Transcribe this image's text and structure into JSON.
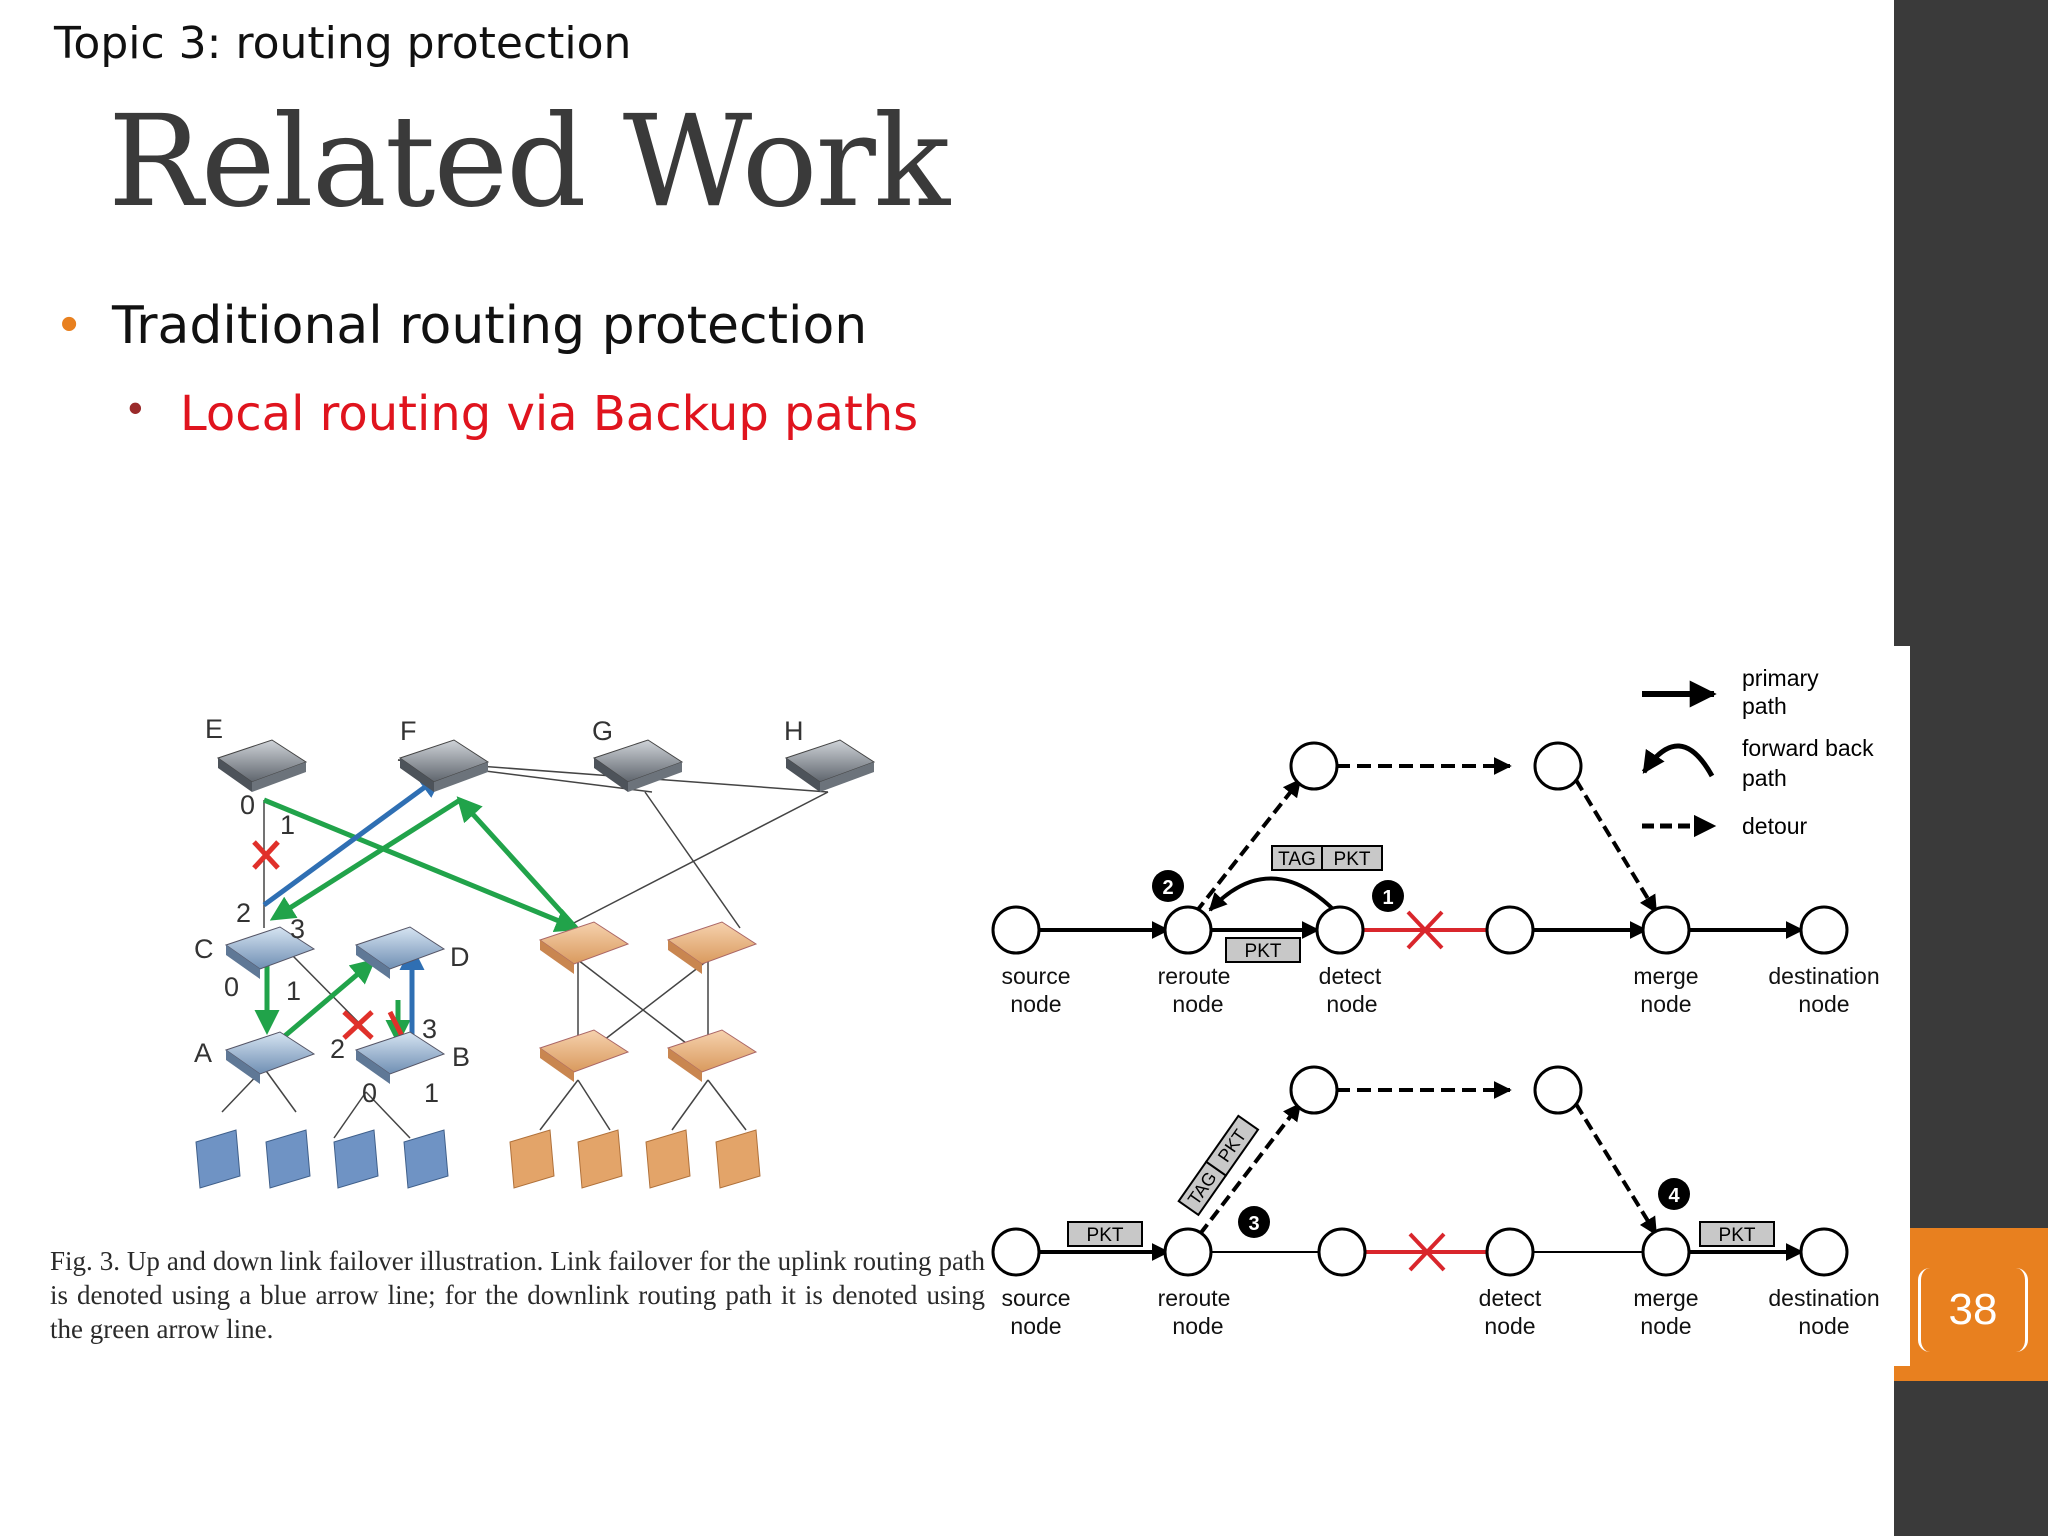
{
  "slide": {
    "topic": "Topic 3:  routing protection",
    "title": "Related Work",
    "bullet": "Traditional routing protection",
    "sub_bullet": "Local routing via Backup paths",
    "page_number": "38",
    "colors": {
      "accent": "#e8801f",
      "sidebar": "#3a3a3a",
      "sub_bullet": "#e0141e"
    }
  },
  "fig3": {
    "switches_top": [
      "E",
      "F",
      "G",
      "H"
    ],
    "switch_C": "C",
    "switch_D": "D",
    "switch_A": "A",
    "switch_B": "B",
    "ports": {
      "e0": "0",
      "e1": "1",
      "c2": "2",
      "c3": "3",
      "c0": "0",
      "c1": "1",
      "b2": "2",
      "b3": "3",
      "b0": "0",
      "b1": "1"
    },
    "caption": "Fig. 3.   Up and down link failover illustration. Link failover for the uplink routing path is denoted using a blue arrow line; for the downlink routing path it is denoted using the green arrow line."
  },
  "diagram": {
    "legend": {
      "primary": [
        "primary",
        "path"
      ],
      "forward_back": [
        "forward back",
        "path"
      ],
      "detour": "detour"
    },
    "pkt": "PKT",
    "tag": "TAG",
    "markers": [
      "1",
      "2",
      "3",
      "4"
    ],
    "top_labels": {
      "source": [
        "source",
        "node"
      ],
      "reroute": [
        "reroute",
        "node"
      ],
      "detect": [
        "detect",
        "node"
      ],
      "merge": [
        "merge",
        "node"
      ],
      "destination": [
        "destination",
        "node"
      ]
    },
    "bottom_labels": {
      "source": [
        "source",
        "node"
      ],
      "reroute": [
        "reroute",
        "node"
      ],
      "detect": [
        "detect",
        "node"
      ],
      "merge": [
        "merge",
        "node"
      ],
      "destination": [
        "destination",
        "node"
      ]
    }
  }
}
